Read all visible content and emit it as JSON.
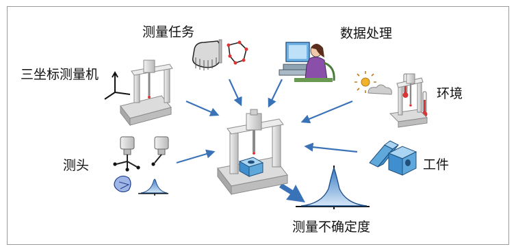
{
  "labels": {
    "task": "测量任务",
    "data_processing": "数据处理",
    "cmm": "三坐标测量机",
    "environment": "环境",
    "probe": "测头",
    "workpiece": "工件",
    "uncertainty": "测量不确定度"
  },
  "colors": {
    "arrow": "#3a72b8",
    "frame_border": "#9a9a9a",
    "machine_light": "#e8e8e8",
    "machine_dark": "#9c9c9c",
    "part_blue": "#5fa8dc"
  }
}
